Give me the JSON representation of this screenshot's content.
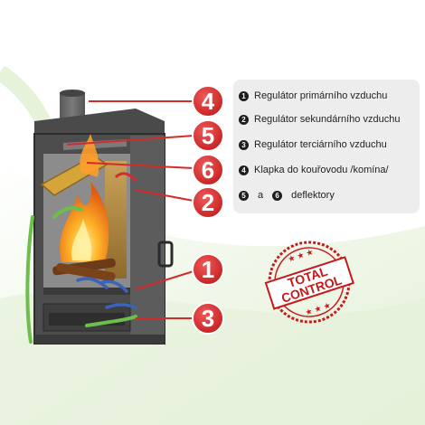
{
  "legend": {
    "items": [
      {
        "number": "1",
        "label": "Regulátor primárního vzduchu"
      },
      {
        "number": "2",
        "label": "Regulátor sekundárního vzduchu"
      },
      {
        "number": "3",
        "label": "Regulátor terciárního vzduchu"
      },
      {
        "number": "4",
        "label": "Klapka do kouřovodu /komína/"
      },
      {
        "number": "5",
        "number_b": "6",
        "conjunction": "a",
        "label": "deflektory"
      }
    ]
  },
  "callouts": [
    {
      "number": "4"
    },
    {
      "number": "5"
    },
    {
      "number": "6"
    },
    {
      "number": "2"
    },
    {
      "number": "1"
    },
    {
      "number": "3"
    }
  ],
  "stamp": {
    "line1": "TOTAL",
    "line2": "CONTROL"
  },
  "colors": {
    "badge_red": "#d42b2b",
    "stamp_red": "#c51a1a",
    "stove_body": "#6b6b6b",
    "firebrick": "#b08a3a",
    "flame_orange": "#f39a1c",
    "air_green": "#6bbf4a",
    "air_blue": "#3b63b6"
  },
  "icons": [
    "stove-cutaway-illustration",
    "flame-icon",
    "airflow-arrow-icon",
    "badge-circle-icon",
    "stamp-icon"
  ]
}
